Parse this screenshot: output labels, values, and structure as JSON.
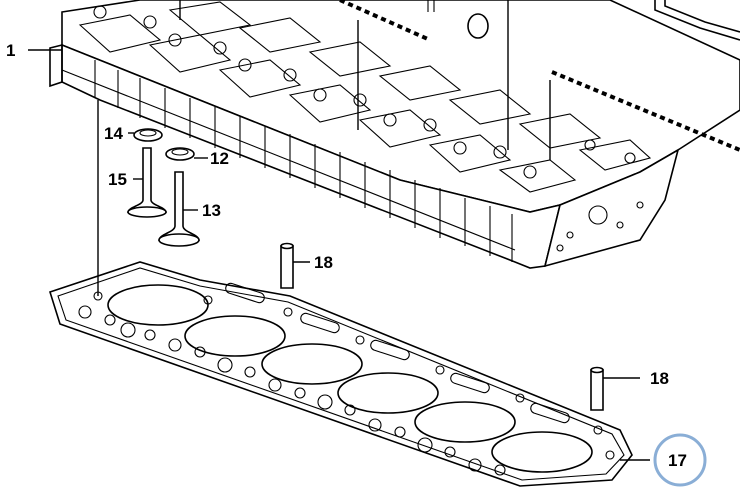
{
  "callouts": {
    "c1": "1",
    "c12": "12",
    "c13": "13",
    "c14": "14",
    "c15": "15",
    "c17": "17",
    "c18a": "18",
    "c18b": "18"
  },
  "colors": {
    "highlight_ring": "#8aaed6",
    "line": "#000000",
    "background": "#ffffff"
  }
}
